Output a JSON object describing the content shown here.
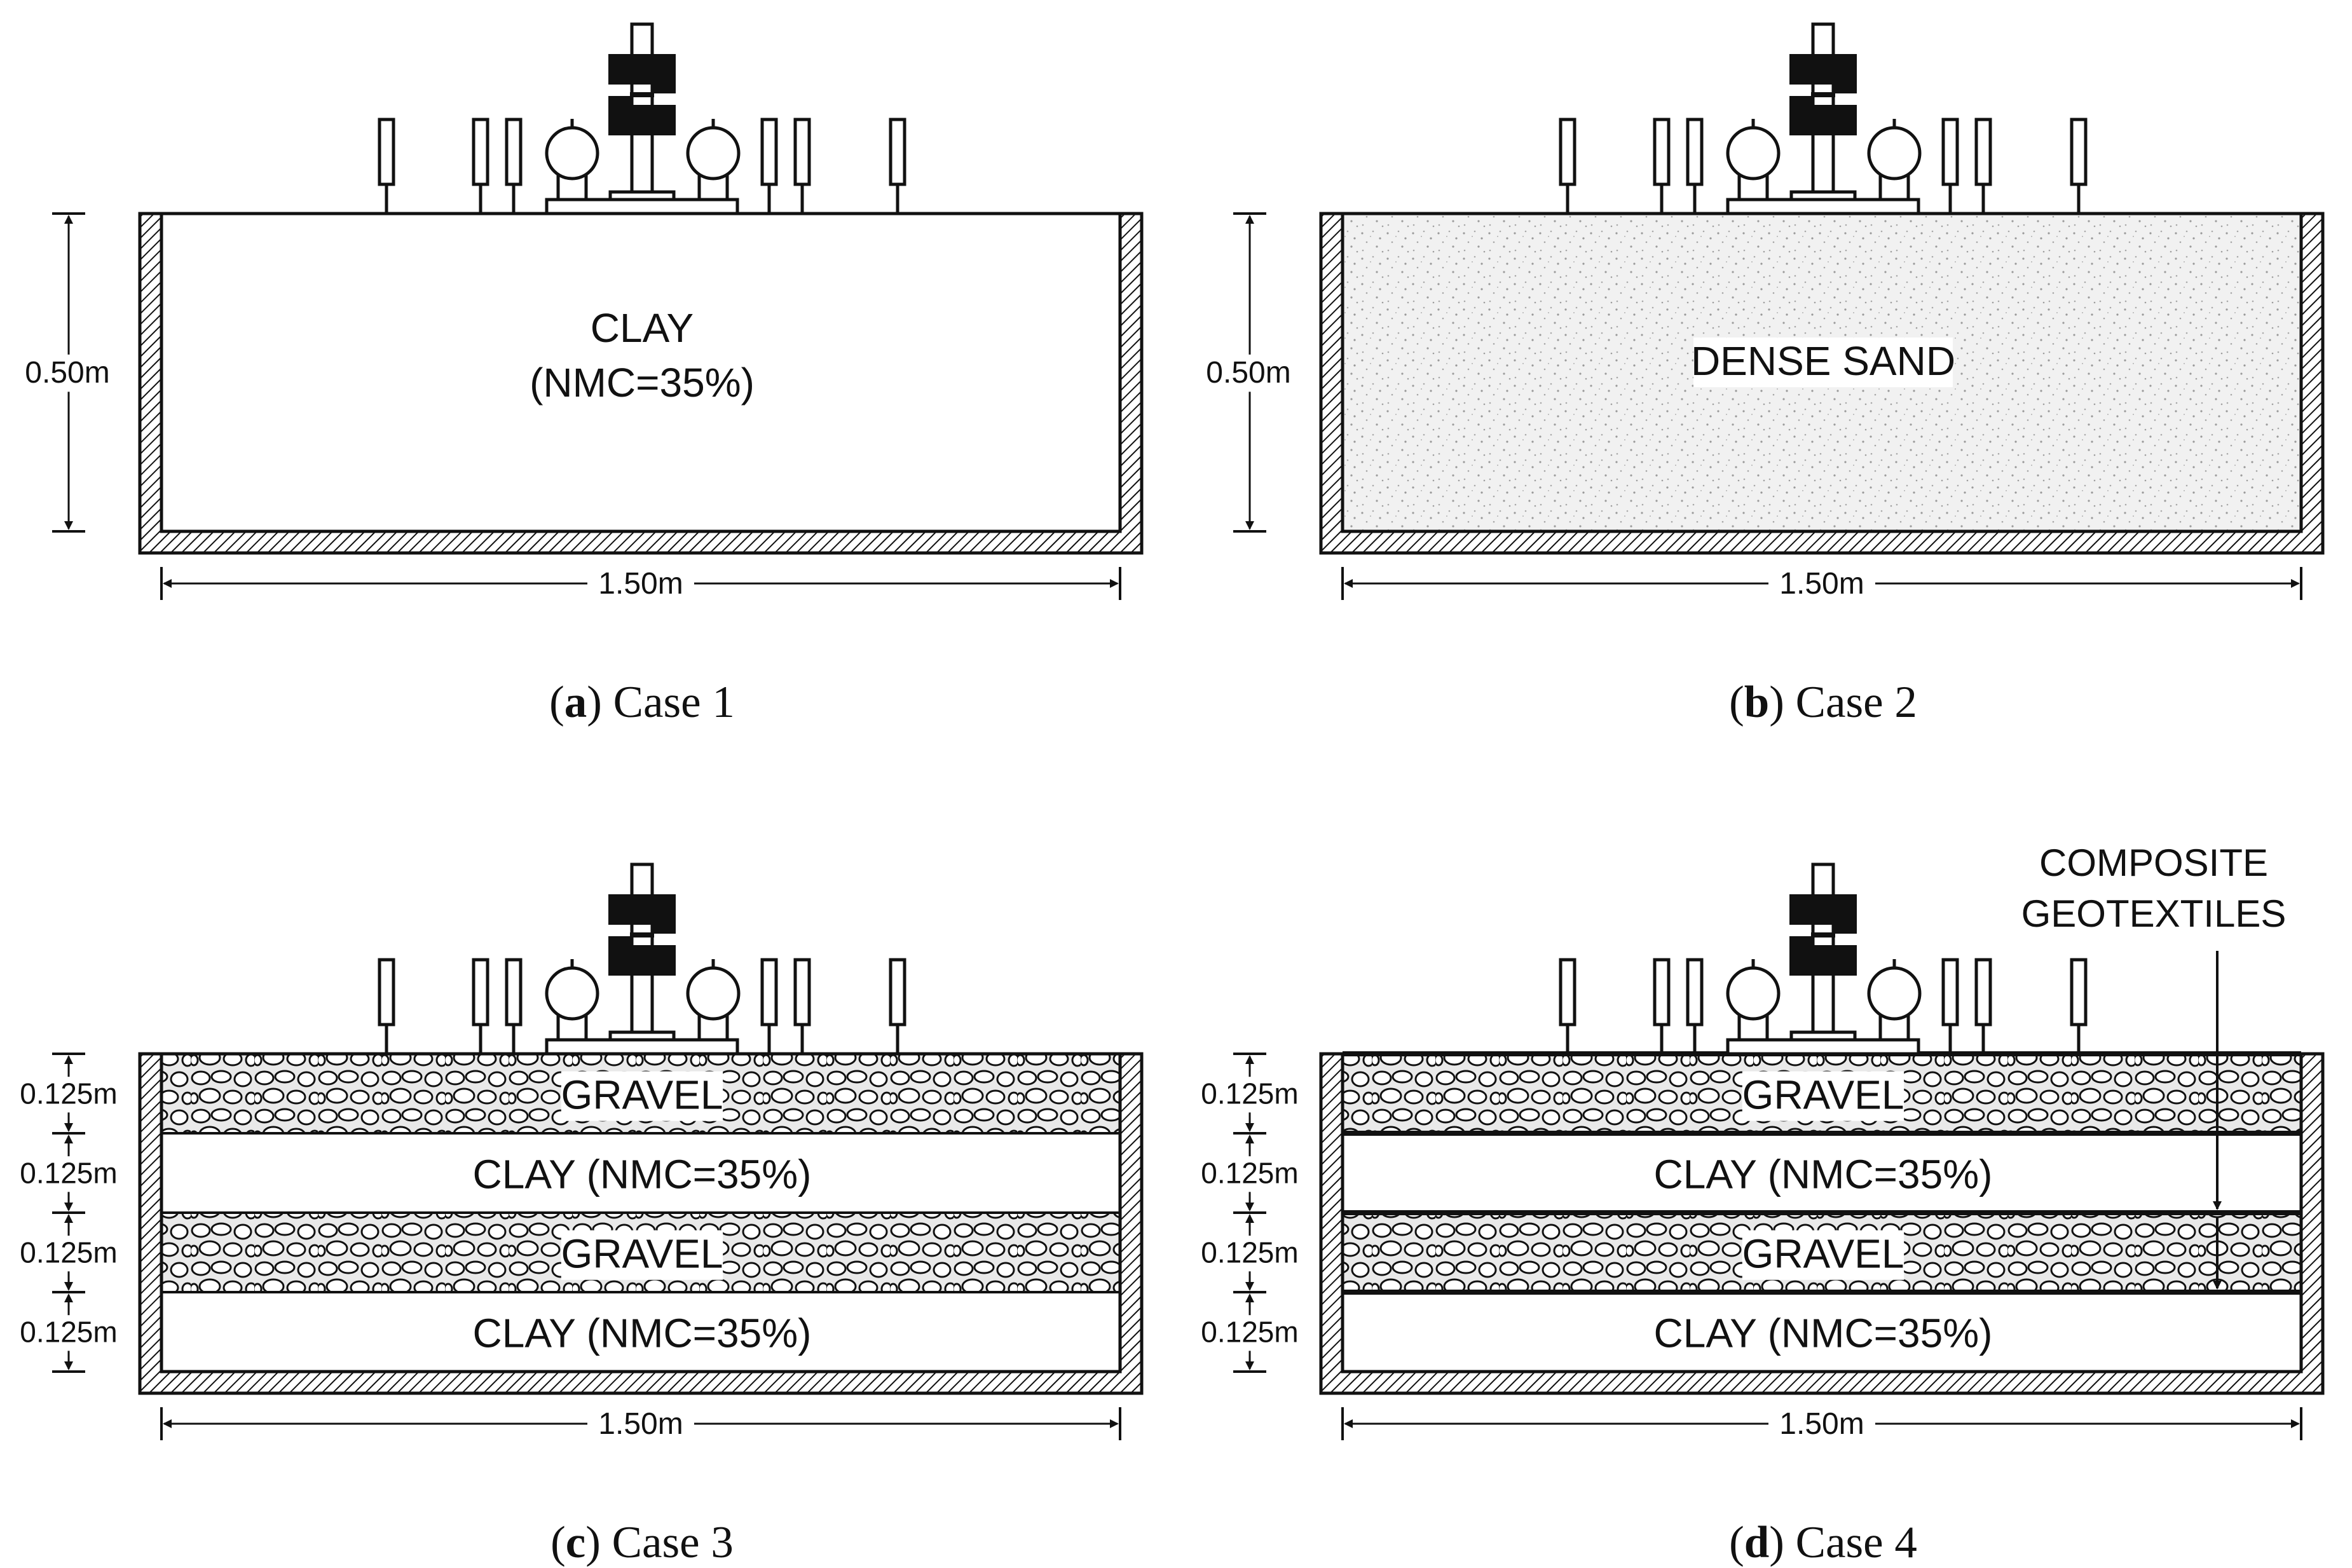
{
  "panels": [
    {
      "caption_letter": "a",
      "caption_text": " Case 1",
      "height_label": "0.50m",
      "width_label": "1.50m",
      "fill_label_line1": "CLAY",
      "fill_label_line2": "(NMC=35%)"
    },
    {
      "caption_letter": "b",
      "caption_text": " Case 2",
      "height_label": "0.50m",
      "width_label": "1.50m",
      "fill_label_line1": "DENSE SAND"
    },
    {
      "caption_letter": "c",
      "caption_text": " Case 3",
      "width_label": "1.50m",
      "layers": [
        {
          "material": "gravel",
          "label": "GRAVEL",
          "thickness_label": "0.125m"
        },
        {
          "material": "clay",
          "label": "CLAY (NMC=35%)",
          "thickness_label": "0.125m"
        },
        {
          "material": "gravel",
          "label": "GRAVEL",
          "thickness_label": "0.125m"
        },
        {
          "material": "clay",
          "label": "CLAY (NMC=35%)",
          "thickness_label": "0.125m"
        }
      ]
    },
    {
      "caption_letter": "d",
      "caption_text": " Case 4",
      "width_label": "1.50m",
      "annotation_line1": "COMPOSITE",
      "annotation_line2": "GEOTEXTILES",
      "layers": [
        {
          "material": "gravel",
          "label": "GRAVEL",
          "thickness_label": "0.125m"
        },
        {
          "material": "clay",
          "label": "CLAY (NMC=35%)",
          "thickness_label": "0.125m"
        },
        {
          "material": "gravel",
          "label": "GRAVEL",
          "thickness_label": "0.125m"
        },
        {
          "material": "clay",
          "label": "CLAY (NMC=35%)",
          "thickness_label": "0.125m"
        }
      ]
    }
  ],
  "colors": {
    "line": "#111111",
    "sand_fill": "#f1f1f1",
    "gravel_fill": "#e9e9e9"
  }
}
